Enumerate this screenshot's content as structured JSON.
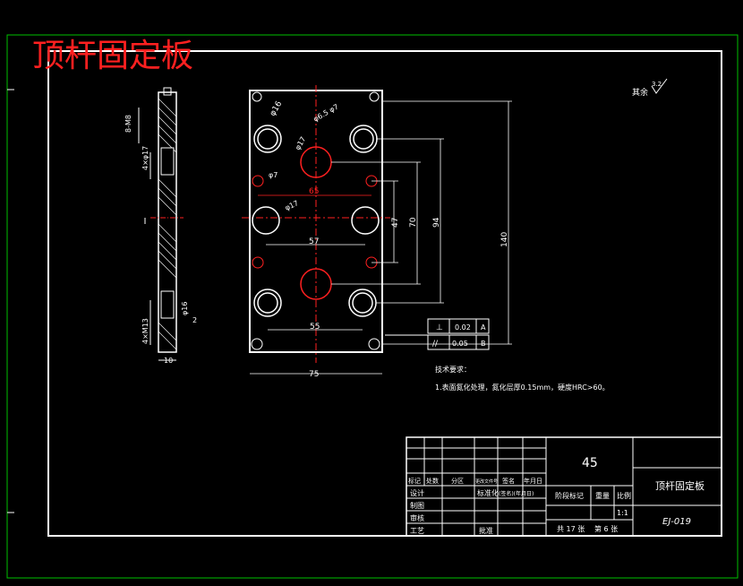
{
  "sheet_title": "顶杆固定板",
  "colors": {
    "background": "#000000",
    "line": "#ffffff",
    "accent": "#ff2020",
    "frame": "#00c000"
  },
  "roughness_note": "其余",
  "roughness_value": "3.2",
  "side_view": {
    "dim_b_m8": "8-M8",
    "dim_4x17_top": "4×φ17",
    "dim_4x13": "4×M13",
    "dim_d16": "φ16",
    "dim_2": "2",
    "dim_10": "10"
  },
  "front_view": {
    "dim_d16": "φ16",
    "dim_d7_top": "φ6.5 φ7",
    "dim_d17_center": "φ17",
    "dim_d7_left": "φ7",
    "dim_65": "65",
    "dim_d17_left": "φ17",
    "dim_57": "57",
    "dim_55": "55",
    "dim_47": "47",
    "dim_70": "70",
    "dim_94": "94",
    "dim_140": "140",
    "dim_75": "75",
    "tol1_symbol": "⊥",
    "tol1_value": "0.02",
    "tol1_ref": "A",
    "tol2_symbol": "//",
    "tol2_value": "0.05",
    "tol2_ref": "B"
  },
  "notes": {
    "heading": "技术要求：",
    "line1": "1.表面氮化处理，氮化层厚0.15mm，硬度HRC>60。"
  },
  "title_block": {
    "material": "45",
    "part_name": "顶杆固定板",
    "drawing_no": "EJ-019",
    "row_mark": "标记",
    "row_count": "处数",
    "row_zone": "分区",
    "row_doc": "更改文件号",
    "row_sign": "签名",
    "row_date": "年月日",
    "design": "设计",
    "standard": "标准化",
    "sign_date": "(签名)(年月日)",
    "stage_mark": "阶段标记",
    "weight": "重量",
    "scale_label": "比例",
    "drawing": "制图",
    "review": "审核",
    "scale_value": "1:1",
    "process": "工艺",
    "approve": "批准",
    "total_sheets": "共 17 张",
    "sheet_no": "第 6 张"
  }
}
